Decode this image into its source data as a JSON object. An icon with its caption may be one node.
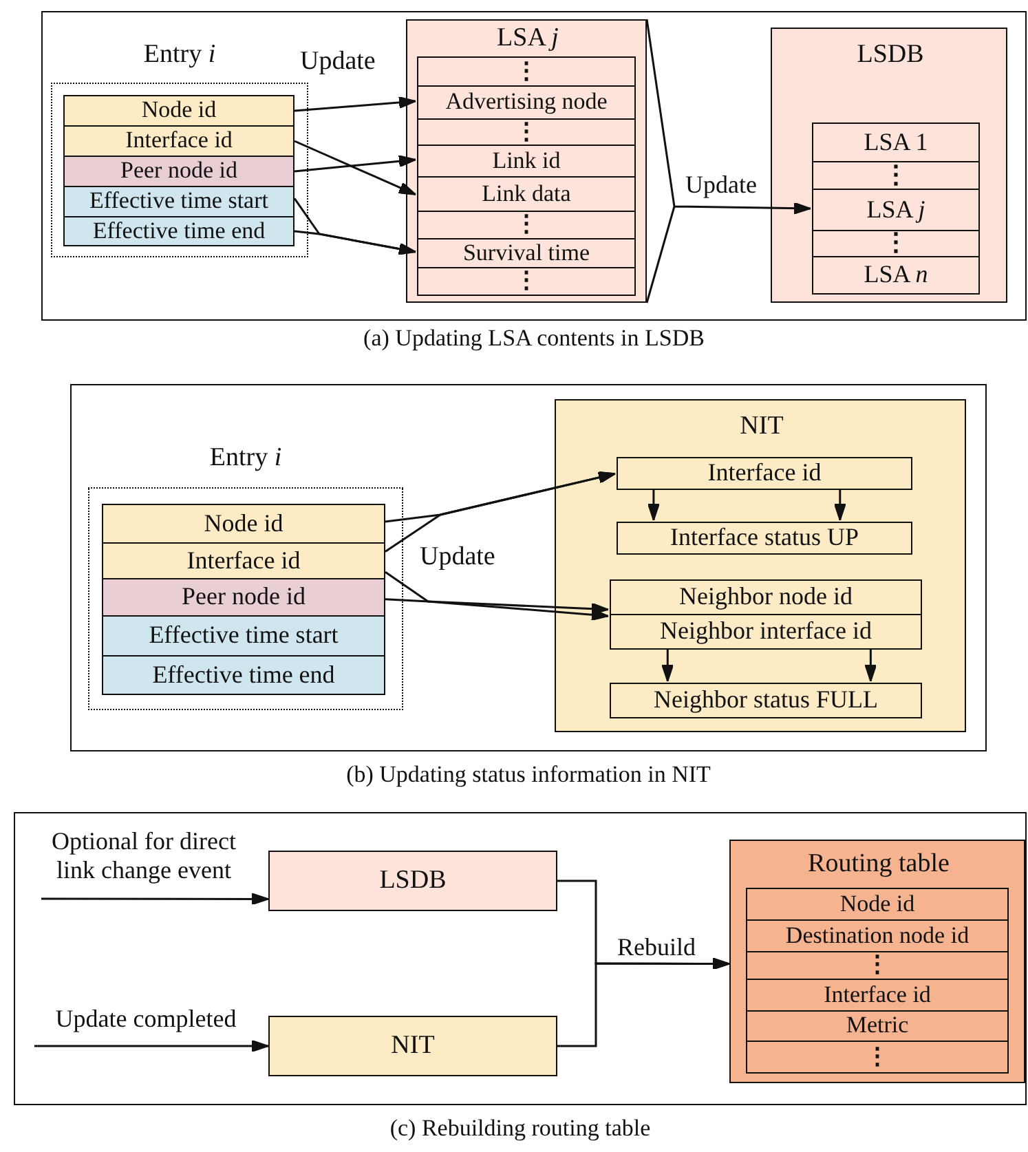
{
  "diagram": {
    "nodes": [
      {
        "text": [
          "(a) Updating LSA contents in LSDB"
        ]
      },
      {
        "text": [
          "Entry *i*"
        ],
        "in": 0
      },
      {
        "text": [
          "Node id"
        ],
        "in": 1
      },
      {
        "text": [
          "Interface id"
        ],
        "in": 1
      },
      {
        "text": [
          "Peer node id"
        ],
        "in": 1
      },
      {
        "text": [
          "Effective time start"
        ],
        "in": 1
      },
      {
        "text": [
          "Effective time end"
        ],
        "in": 1
      },
      {
        "text": [
          "LSA *j*"
        ],
        "in": 0
      },
      {
        "text": [
          "⋮"
        ],
        "in": 7
      },
      {
        "text": [
          "Advertising node"
        ],
        "in": 7
      },
      {
        "text": [
          "⋮"
        ],
        "in": 7
      },
      {
        "text": [
          "Link id"
        ],
        "in": 7
      },
      {
        "text": [
          "Link data"
        ],
        "in": 7
      },
      {
        "text": [
          "⋮"
        ],
        "in": 7
      },
      {
        "text": [
          "Survival time"
        ],
        "in": 7
      },
      {
        "text": [
          "⋮"
        ],
        "in": 7
      },
      {
        "text": [
          "LSDB"
        ],
        "in": 0
      },
      {
        "text": [
          "LSA 1"
        ],
        "in": 16
      },
      {
        "text": [
          "⋮"
        ],
        "in": 16
      },
      {
        "text": [
          "LSA *j*"
        ],
        "in": 16
      },
      {
        "text": [
          "⋮"
        ],
        "in": 16
      },
      {
        "text": [
          "LSA *n*"
        ],
        "in": 16
      },
      {
        "text": [
          "(b) Updating status information in NIT"
        ]
      },
      {
        "text": [
          "Entry *i*"
        ],
        "in": 22
      },
      {
        "text": [
          "Node id"
        ],
        "in": 23
      },
      {
        "text": [
          "Interface id"
        ],
        "in": 23
      },
      {
        "text": [
          "Peer node id"
        ],
        "in": 23
      },
      {
        "text": [
          "Effective time start"
        ],
        "in": 23
      },
      {
        "text": [
          "Effective time end"
        ],
        "in": 23
      },
      {
        "text": [
          "NIT"
        ],
        "in": 22
      },
      {
        "text": [
          "Interface id"
        ],
        "in": 29
      },
      {
        "text": [
          "Interface status UP"
        ],
        "in": 29
      },
      {
        "text": [
          "Neighbor node id"
        ],
        "in": 29
      },
      {
        "text": [
          "Neighbor interface id"
        ],
        "in": 29
      },
      {
        "text": [
          "Neighbor status FULL"
        ],
        "in": 29
      },
      {
        "text": [
          "(c) Rebuilding routing table"
        ]
      },
      {
        "text": [
          "LSDB"
        ],
        "in": 35
      },
      {
        "text": [
          "NIT"
        ],
        "in": 35
      },
      {
        "text": [
          "Routing table"
        ],
        "in": 35
      },
      {
        "text": [
          "Node id"
        ],
        "in": 38
      },
      {
        "text": [
          "Destination node id"
        ],
        "in": 38
      },
      {
        "text": [
          "⋮"
        ],
        "in": 38
      },
      {
        "text": [
          "Interface id"
        ],
        "in": 38
      },
      {
        "text": [
          "Metric"
        ],
        "in": 38
      },
      {
        "text": [
          "⋮"
        ],
        "in": 38
      }
    ],
    "edges": [
      {
        "from": 2,
        "to": 9,
        "arrow": "to"
      },
      {
        "from": 3,
        "to": 12,
        "arrow": "to"
      },
      {
        "from": 4,
        "to": 11,
        "arrow": "to"
      },
      {
        "from": 5,
        "to": 14,
        "arrow": "to"
      },
      {
        "from": 6,
        "to": 14,
        "arrow": "to"
      },
      {
        "from": 7,
        "to": 19,
        "arrow": "to",
        "label": "Update"
      },
      {
        "from": 24,
        "to": 30,
        "arrow": "to"
      },
      {
        "from": 25,
        "to": 30,
        "arrow": "to"
      },
      {
        "from": 25,
        "to": 33,
        "arrow": "to"
      },
      {
        "from": 26,
        "to": 32,
        "arrow": "to"
      },
      {
        "from": 30,
        "to": 31,
        "arrow": "to"
      },
      {
        "from": 30,
        "to": 31,
        "arrow": "to"
      },
      {
        "from": 33,
        "to": 34,
        "arrow": "to"
      },
      {
        "from": 33,
        "to": 34,
        "arrow": "to"
      },
      {
        "from": null,
        "to": 36,
        "arrow": "to",
        "label": "Optional for direct link change event"
      },
      {
        "from": null,
        "to": 37,
        "arrow": "to",
        "label": "Update completed"
      },
      {
        "from": 36,
        "to": 38,
        "arrow": "to",
        "label": "Rebuild"
      },
      {
        "from": 37,
        "to": 38,
        "arrow": "to"
      }
    ],
    "labels": [
      "Update",
      "Update"
    ]
  }
}
